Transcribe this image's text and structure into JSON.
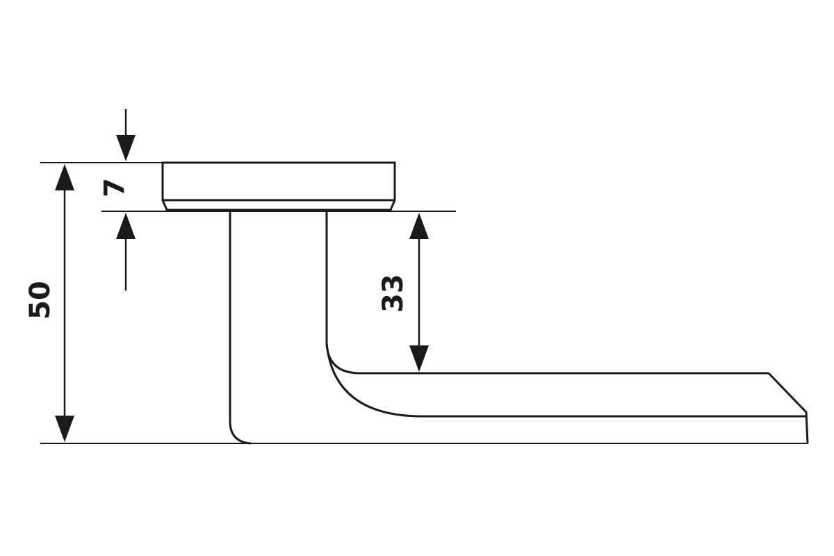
{
  "dimensions": {
    "overall_height": "50",
    "rose_thickness": "7",
    "lever_clearance": "33"
  },
  "colors": {
    "line": "#1a1a1a",
    "background": "#ffffff"
  }
}
